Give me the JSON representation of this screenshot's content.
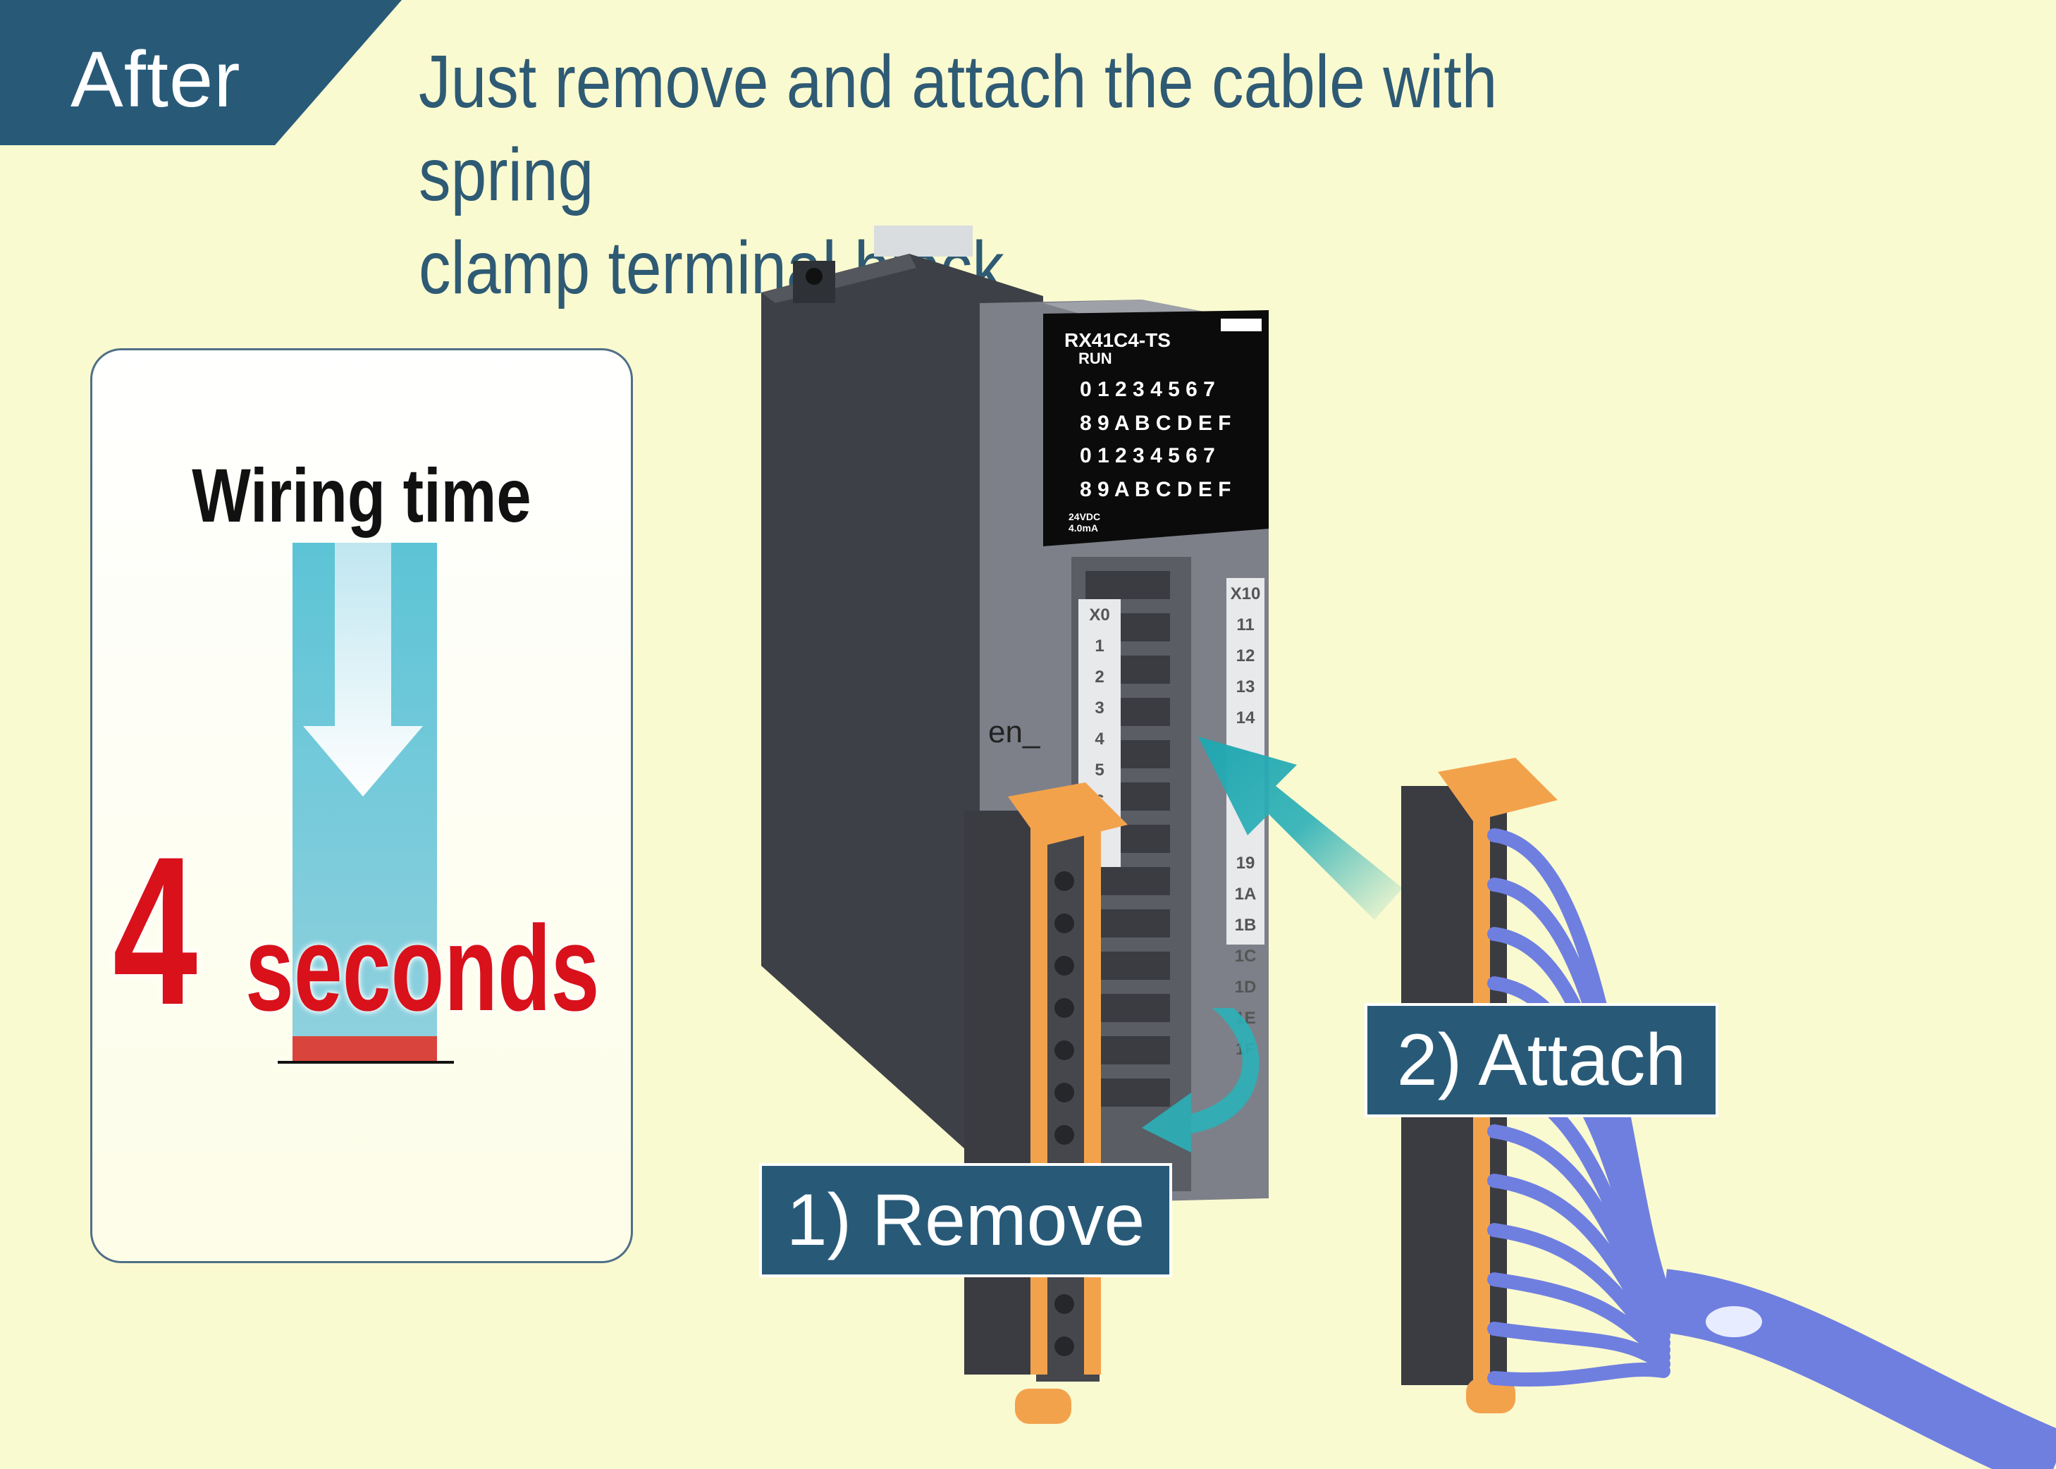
{
  "header": {
    "tag": "After",
    "headline_line1": "Just remove and attach the cable with spring",
    "headline_line2": "clamp terminal block"
  },
  "wiring_card": {
    "label": "Wiring time",
    "number": "4",
    "unit": "seconds"
  },
  "module": {
    "model": "RX41C4-TS",
    "run": "RUN",
    "led_row1": "0 1 2 3 4 5 6 7",
    "led_row2": "8 9 A B C D E F",
    "led_row3": "0 1 2 3 4 5 6 7",
    "led_row4": "8 9 A B C D E F",
    "rating_v": "24VDC",
    "rating_a": "4.0mA",
    "left_labels": [
      "X0",
      "1",
      "2",
      "3",
      "4",
      "5",
      "6"
    ],
    "right_labels": [
      "X10",
      "11",
      "12",
      "13",
      "14",
      "19",
      "1A",
      "1B",
      "1C",
      "1D",
      "1E",
      "1F"
    ]
  },
  "steps": {
    "remove": "1) Remove",
    "attach": "2) Attach"
  },
  "stray_text": "en_",
  "colors": {
    "background": "#fafad0",
    "accent_navy": "#285a78",
    "headline": "#2e5a74",
    "arrow_teal": "#2bb0b8",
    "time_red": "#d8111b",
    "connector_orange": "#f3a24c",
    "cable_blue": "#6f7fe0"
  }
}
